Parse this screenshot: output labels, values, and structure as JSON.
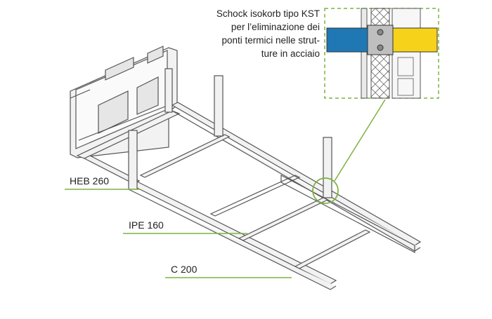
{
  "diagram": {
    "callout_lines": [
      "Schock isokorb tipo KST",
      "per l’eliminazione dei",
      "ponti termici nelle strut-",
      "ture in acciaio"
    ],
    "labels": {
      "heb": "HEB 260",
      "ipe": "IPE 160",
      "c": "C 200"
    },
    "colors": {
      "accent_green": "#7fb241",
      "beam_blue": "#1f78b4",
      "beam_yellow": "#f6d21a",
      "line": "#555555",
      "fill": "#f2f2f2"
    }
  }
}
